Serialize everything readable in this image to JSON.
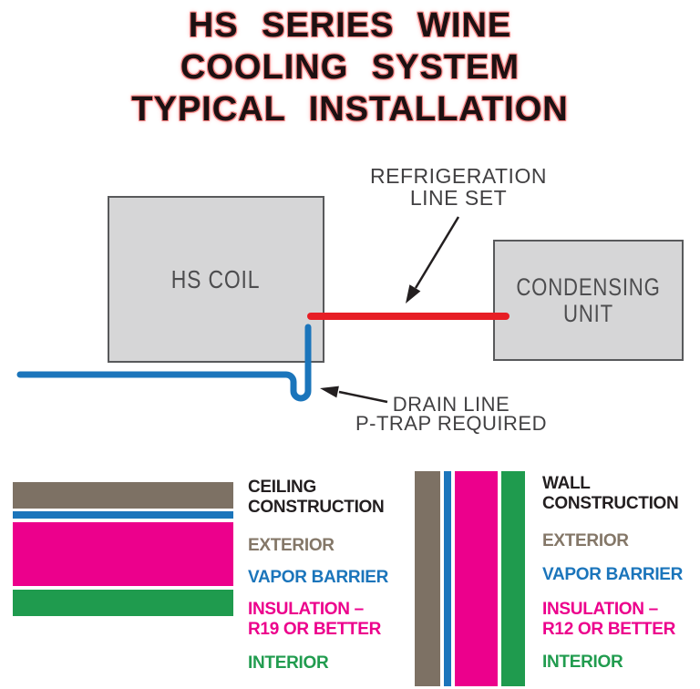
{
  "title": {
    "line1": "HS SERIES WINE",
    "line2": "COOLING SYSTEM",
    "line3": "TYPICAL INSTALLATION"
  },
  "diagram": {
    "hs_coil_label": "HS COIL",
    "condensing_unit_line1": "CONDENSING",
    "condensing_unit_line2": "UNIT",
    "refrigeration_label_line1": "REFRIGERATION",
    "refrigeration_label_line2": "LINE SET",
    "drain_label_line1": "DRAIN LINE",
    "drain_label_line2": "P-TRAP REQUIRED"
  },
  "legend": {
    "ceiling": {
      "title_line1": "CEILING",
      "title_line2": "CONSTRUCTION",
      "exterior": "EXTERIOR",
      "vapor_barrier": "VAPOR BARRIER",
      "insulation_line1": "INSULATION –",
      "insulation_line2": "R19 OR BETTER",
      "interior": "INTERIOR"
    },
    "wall": {
      "title_line1": "WALL",
      "title_line2": "CONSTRUCTION",
      "exterior": "EXTERIOR",
      "vapor_barrier": "VAPOR BARRIER",
      "insulation_line1": "INSULATION –",
      "insulation_line2": "R12 OR BETTER",
      "interior": "INTERIOR"
    }
  },
  "colors": {
    "title_text": "#1c1112",
    "title_glow": "#f37e7e",
    "box_fill": "#d6d6d7",
    "box_border": "#58595b",
    "box_label": "#4d4d4f",
    "annotation_gray": "#414042",
    "refrigeration_line_red": "#e71e25",
    "drain_line_blue": "#1b75bb",
    "exterior_brown": "#7d7164",
    "vapor_barrier_blue": "#1b75bb",
    "insulation_magenta": "#ec008c",
    "interior_green": "#1f9b4e"
  }
}
